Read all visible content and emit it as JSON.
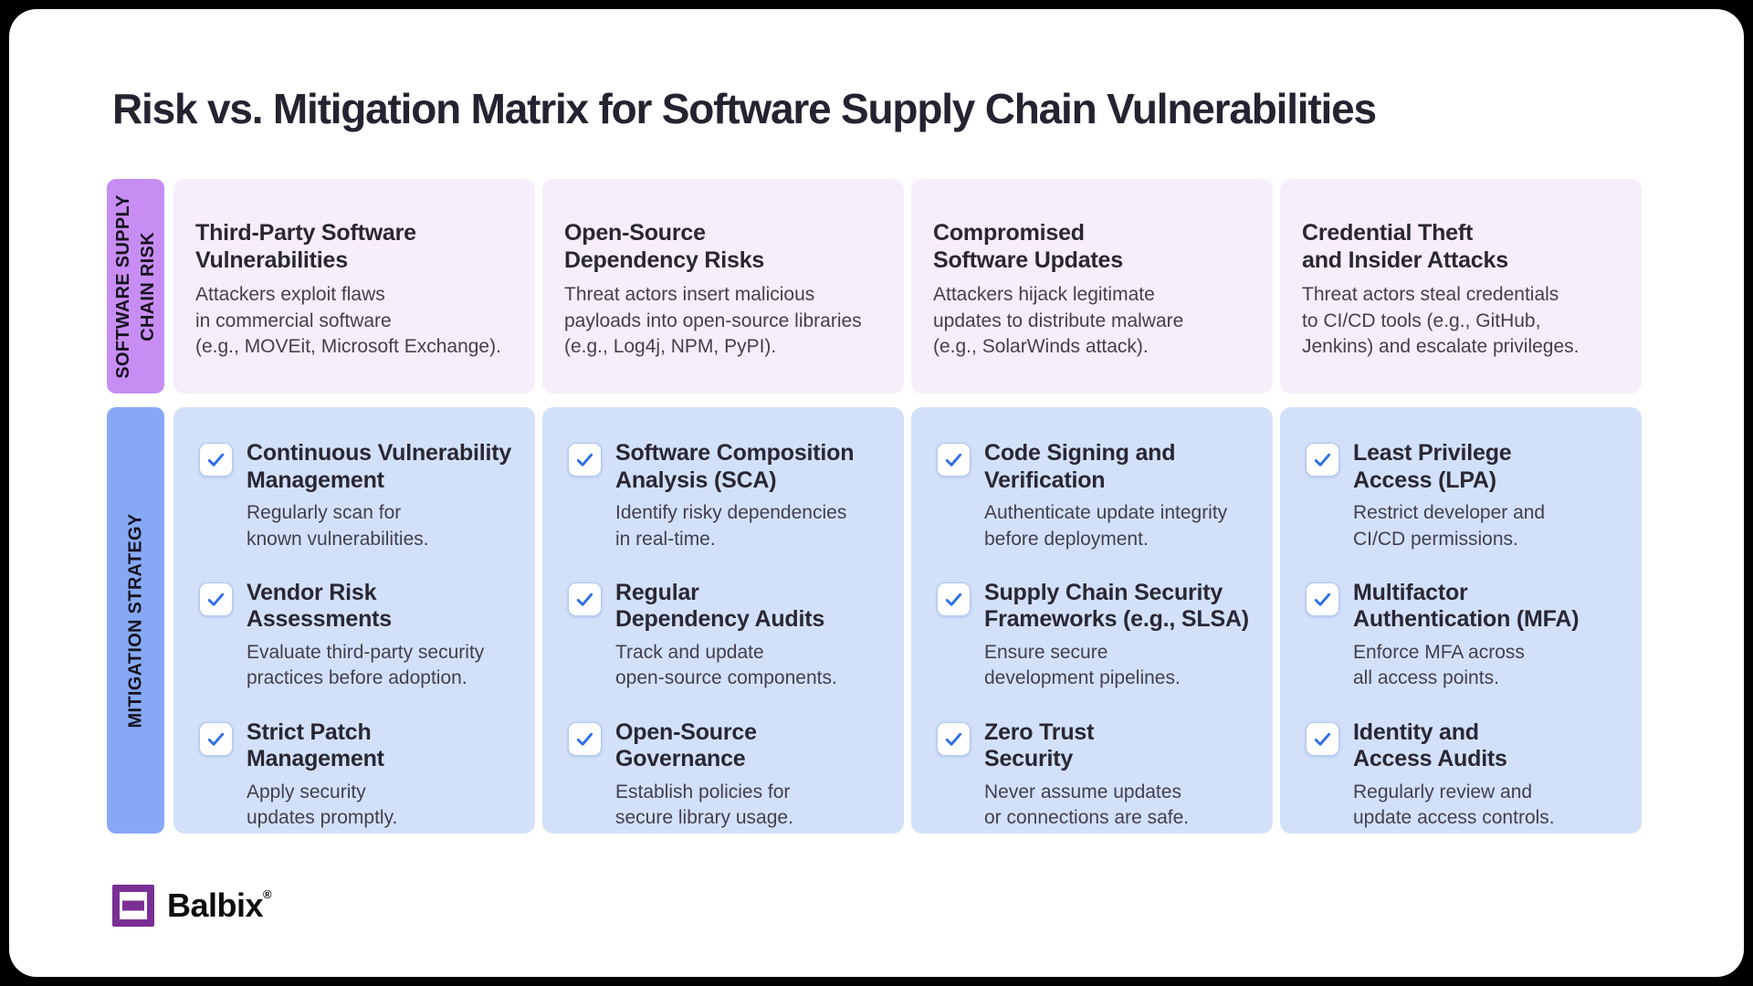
{
  "title": "Risk vs. Mitigation Matrix for Software Supply Chain Vulnerabilities",
  "colors": {
    "risk_bar": "#c88df3",
    "risk_card_bg": "#f7eefb",
    "mitigation_bar": "#87a9f5",
    "mitigation_card_bg": "#d2e1f9",
    "checkmark_blue": "#2e6ee8",
    "brand_purple": "#7a2f94",
    "heading_text": "#2a2734",
    "body_text": "#433f4e"
  },
  "risk_row": {
    "label": "SOFTWARE SUPPLY\nCHAIN RISK",
    "cards": [
      {
        "title": "Third-Party Software\nVulnerabilities",
        "body": "Attackers exploit flaws\nin commercial software\n(e.g., MOVEit, Microsoft Exchange)."
      },
      {
        "title": "Open-Source\nDependency Risks",
        "body": "Threat actors insert malicious\npayloads into open-source libraries\n(e.g., Log4j, NPM, PyPI)."
      },
      {
        "title": "Compromised\nSoftware Updates",
        "body": "Attackers hijack legitimate\nupdates to distribute malware\n(e.g., SolarWinds attack)."
      },
      {
        "title": "Credential Theft\nand Insider Attacks",
        "body": "Threat actors steal credentials\nto CI/CD tools (e.g., GitHub,\nJenkins) and escalate privileges."
      }
    ]
  },
  "mitigation_row": {
    "label": "MITIGATION STRATEGY",
    "columns": [
      {
        "items": [
          {
            "title": "Continuous Vulnerability\nManagement",
            "body": "Regularly scan for\nknown vulnerabilities."
          },
          {
            "title": "Vendor Risk\nAssessments",
            "body": "Evaluate third-party security\npractices before adoption."
          },
          {
            "title": "Strict Patch\nManagement",
            "body": "Apply security\nupdates promptly."
          }
        ]
      },
      {
        "items": [
          {
            "title": "Software Composition\nAnalysis (SCA)",
            "body": "Identify risky dependencies\nin real-time."
          },
          {
            "title": "Regular\nDependency Audits",
            "body": "Track and update\nopen-source components."
          },
          {
            "title": "Open-Source\nGovernance",
            "body": "Establish policies for\nsecure library usage."
          }
        ]
      },
      {
        "items": [
          {
            "title": "Code Signing and\nVerification",
            "body": "Authenticate update integrity\nbefore deployment."
          },
          {
            "title": "Supply Chain Security\nFrameworks (e.g., SLSA)",
            "body": "Ensure secure\ndevelopment pipelines."
          },
          {
            "title": "Zero Trust\nSecurity",
            "body": "Never assume updates\nor connections are safe."
          }
        ]
      },
      {
        "items": [
          {
            "title": "Least Privilege\nAccess (LPA)",
            "body": "Restrict developer and\nCI/CD permissions."
          },
          {
            "title": "Multifactor\nAuthentication (MFA)",
            "body": "Enforce MFA across\nall access points."
          },
          {
            "title": "Identity and\nAccess Audits",
            "body": "Regularly review and\nupdate access controls."
          }
        ]
      }
    ]
  },
  "footer": {
    "brand": "Balbix",
    "registered_mark": "®"
  }
}
